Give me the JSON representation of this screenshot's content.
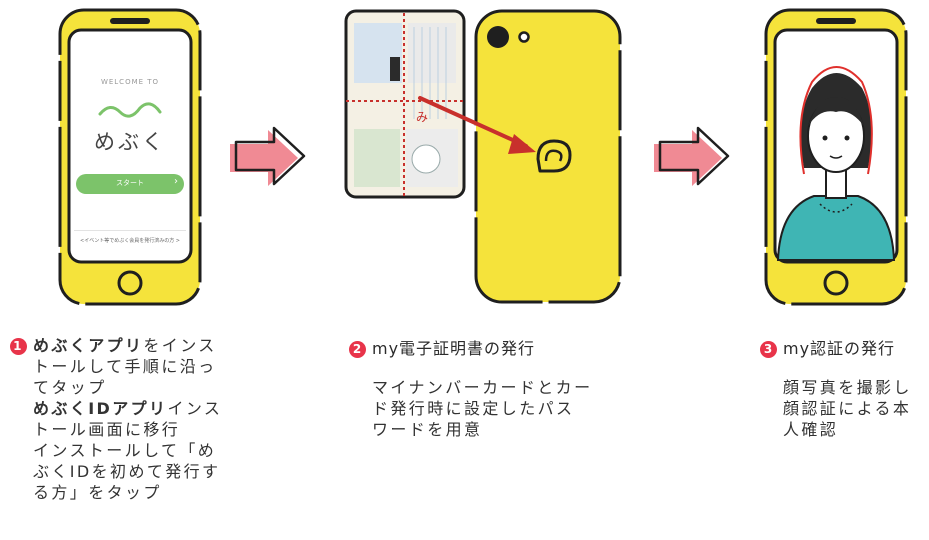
{
  "colors": {
    "phone_yellow": "#f5e33b",
    "outline": "#1f1f1f",
    "accent_green": "#7cc36a",
    "arrow_pink": "#f08a94",
    "red_arrow": "#c8302c",
    "badge_red": "#e8344a"
  },
  "phone1": {
    "welcome": "WELCOME TO",
    "app_name": "めぶく",
    "start_button": "スタート",
    "bottom_link": "<イベント等でめぶく会員を発行済みの方 >"
  },
  "step1": {
    "number": "1",
    "lines": [
      {
        "bold": "めぶくアプリ",
        "text": "をインス"
      },
      {
        "bold": "",
        "text": "トールして手順に沿っ"
      },
      {
        "bold": "",
        "text": "てタップ"
      },
      {
        "bold": "めぶくIDアプリ",
        "text": "インス"
      },
      {
        "bold": "",
        "text": "トール画面に移行"
      },
      {
        "bold": "",
        "text": "インストールして「め"
      },
      {
        "bold": "",
        "text": "ぶくIDを初めて発行す"
      },
      {
        "bold": "",
        "text": "る方」をタップ"
      }
    ]
  },
  "step2": {
    "number": "2",
    "title": "my電子証明書の発行",
    "lines": [
      "マイナンバーカードとカー",
      "ド発行時に設定したパス",
      "ワードを用意"
    ]
  },
  "step3": {
    "number": "3",
    "title": "my認証の発行",
    "lines": [
      "顔写真を撮影し",
      "顔認証による本",
      "人確認"
    ]
  }
}
